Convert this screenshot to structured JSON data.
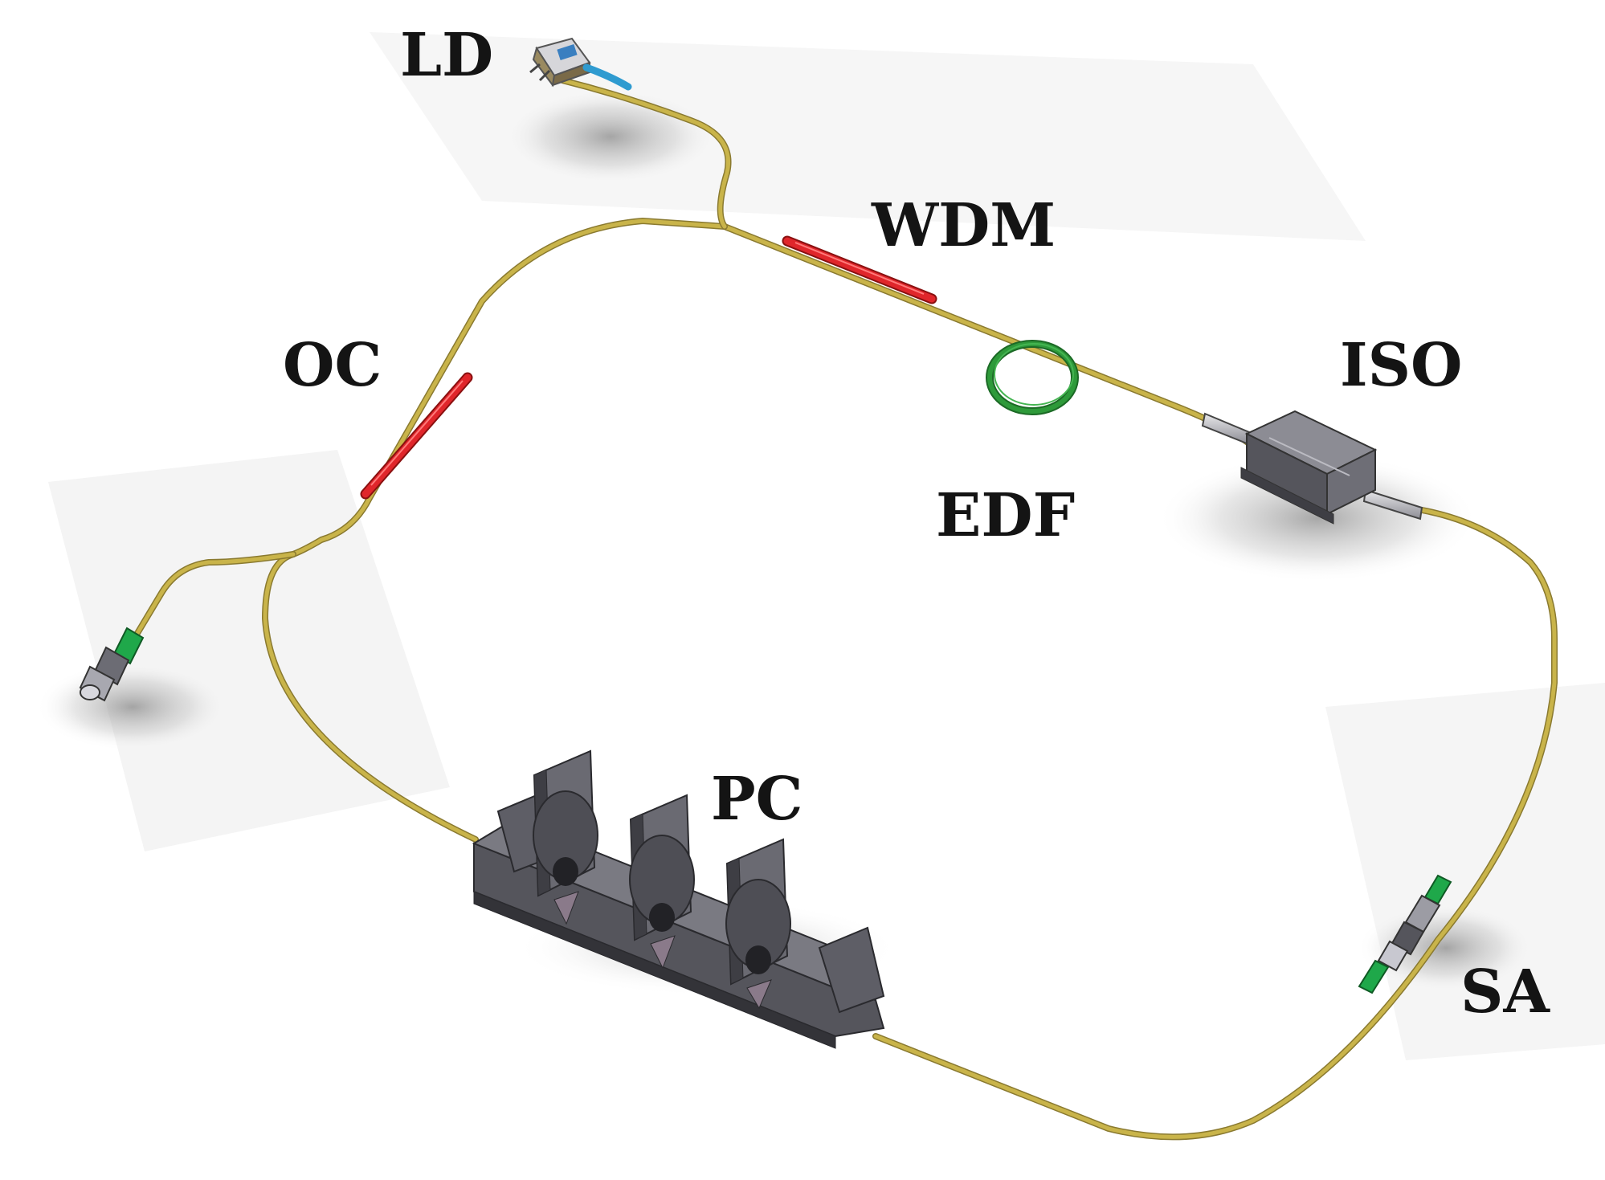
{
  "labels": {
    "ld": "LD",
    "wdm": "WDM",
    "oc": "OC",
    "iso": "ISO",
    "edf": "EDF",
    "pc": "PC",
    "sa": "SA"
  },
  "colors": {
    "fiber": "#c9b44a",
    "coupler": "#e0262b",
    "edf_coil": "#2e9a3a",
    "connector_boot": "#1fa84a",
    "ld_fiber": "#2f9bd0",
    "device_body": "#4d4d55"
  }
}
